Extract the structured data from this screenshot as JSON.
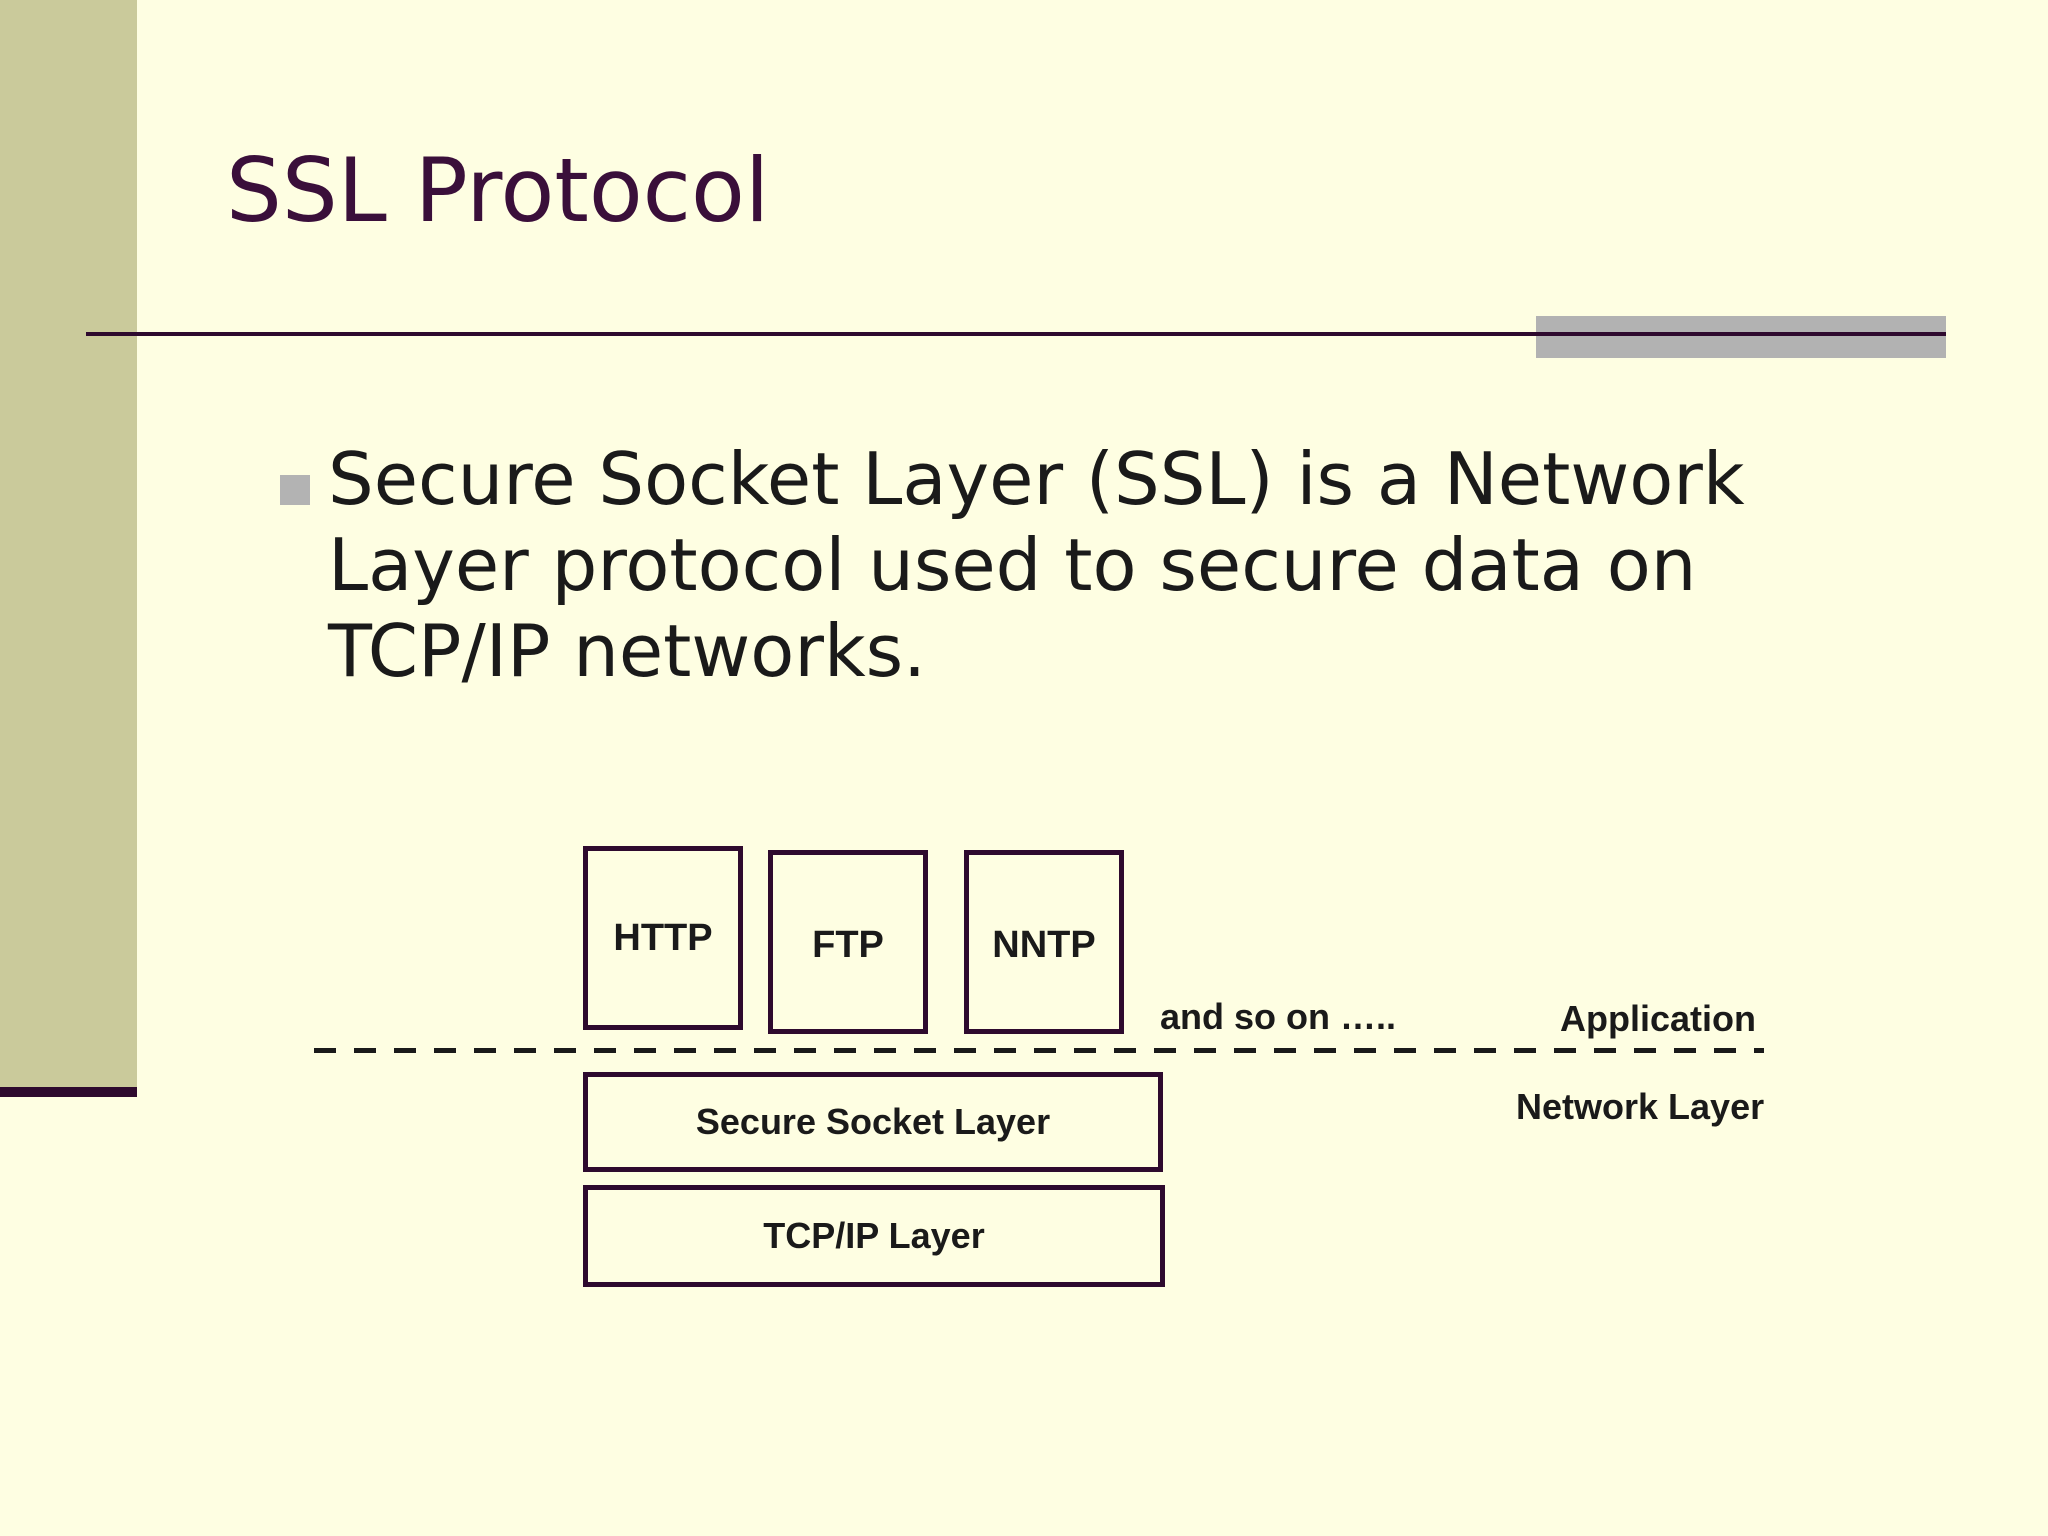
{
  "slide": {
    "title": "SSL Protocol",
    "bullet": "Secure Socket Layer (SSL) is a Network Layer protocol used to secure data on TCP/IP networks."
  },
  "diagram": {
    "protocols": [
      "HTTP",
      "FTP",
      "NNTP"
    ],
    "more_label": "and so on …..",
    "application_label": "Application",
    "network_label": "Network Layer",
    "ssl_layer_label": "Secure Socket Layer",
    "tcpip_layer_label": "TCP/IP Layer"
  },
  "colors": {
    "background": "#FEFEE2",
    "side_bar": "#CACA9B",
    "accent_dark": "#2E0A2E",
    "title": "#3A0F3A",
    "grey_accent": "#B2B2B2"
  }
}
